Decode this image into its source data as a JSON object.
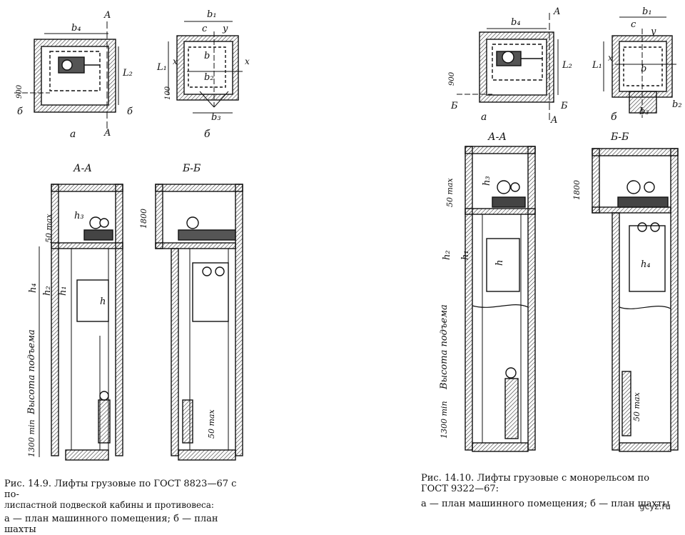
{
  "left": {
    "plan_a": {
      "b4": "b₄",
      "l2": "L₂",
      "dim": "900",
      "sec_a1": "A",
      "sec_a2": "A",
      "sec_b1": "б",
      "sec_b2": "б",
      "sub": "а"
    },
    "plan_b": {
      "b1": "b₁",
      "c": "c",
      "y": "y",
      "l1": "L₁",
      "x": "x",
      "b": "b",
      "x2": "x",
      "b2": "b₂",
      "b3": "b₃",
      "dim": "100",
      "sub": "б"
    },
    "sec_aa": {
      "title": "А-А",
      "h3": "h₃",
      "h4": "h₄",
      "h2": "h₂",
      "h1": "h₁",
      "h": "h",
      "max": "50 max",
      "rise": "Высота подъема",
      "min": "1300 min"
    },
    "sec_bb": {
      "title": "Б-Б",
      "dim": "1800",
      "max": "50 max"
    },
    "caption": {
      "line1": "Рис. 14.9. Лифты грузовые по ГОСТ 8823—67 с по-",
      "line2": "лиспастной подвеской кабины и противовеса:",
      "line3": "а — план машинного помещения; б — план шахты"
    }
  },
  "right": {
    "plan_a": {
      "b4": "b₄",
      "l2": "L₂",
      "dim": "900",
      "sec_a1": "A",
      "sec_a2": "A",
      "sec_b1": "Б",
      "sec_b2": "Б",
      "sub": "а"
    },
    "plan_b": {
      "b1": "b₁",
      "c": "c",
      "y": "y",
      "l1": "L₁",
      "x": "x",
      "b": "b",
      "b2": "b₂",
      "b3": "b₃",
      "sub": "б"
    },
    "sec_aa": {
      "title": "А-А",
      "h3": "h₃",
      "max": "50 max",
      "h2": "h₂",
      "h1": "h₁",
      "h": "h",
      "rise": "Высота подъема",
      "min": "1300 min"
    },
    "sec_bb": {
      "title": "Б-Б",
      "dim": "1800",
      "h4": "h₄",
      "max": "50 max"
    },
    "caption": {
      "line1": "Рис. 14.10. Лифты грузовые с монорельсом по",
      "line2": "ГОСТ 9322—67:",
      "line3": "а — план машинного помещения; б — план шахты"
    }
  },
  "watermark": "gcyz.ru"
}
